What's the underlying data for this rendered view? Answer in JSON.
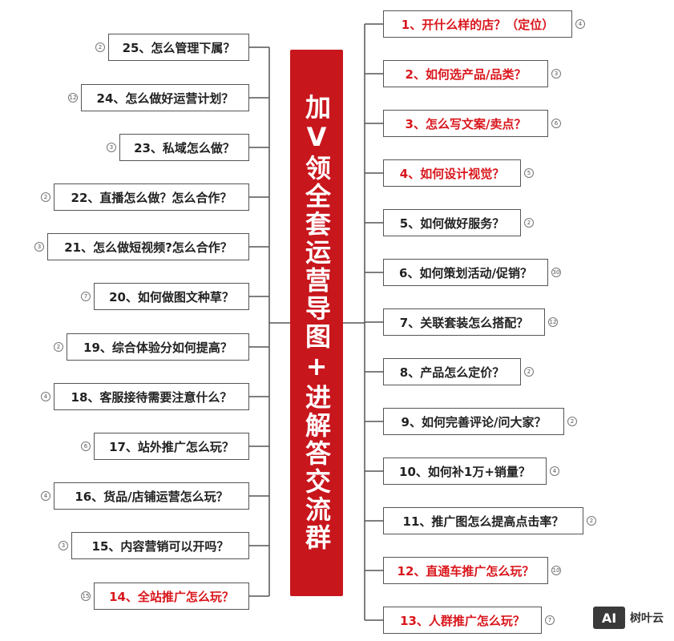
{
  "center_title": "加V领全套运营导图+进解答交流群",
  "colors": {
    "center": "#c8161d",
    "highlight": "#d9161c",
    "text": "#222222",
    "line": "#555555"
  },
  "right_nodes": [
    {
      "label": "1、开什么样的店？（定位）",
      "badge": "4",
      "highlight": true
    },
    {
      "label": "2、如何选产品/品类？",
      "badge": "3",
      "highlight": true
    },
    {
      "label": "3、怎么写文案/卖点？",
      "badge": "6",
      "highlight": true
    },
    {
      "label": "4、如何设计视觉？",
      "badge": "5",
      "highlight": true
    },
    {
      "label": "5、如何做好服务？",
      "badge": "2",
      "highlight": false
    },
    {
      "label": "6、如何策划活动/促销？",
      "badge": "30",
      "highlight": false
    },
    {
      "label": "7、关联套装怎么搭配？",
      "badge": "12",
      "highlight": false
    },
    {
      "label": "8、产品怎么定价？",
      "badge": "2",
      "highlight": false
    },
    {
      "label": "9、如何完善评论/问大家？",
      "badge": "2",
      "highlight": false
    },
    {
      "label": "10、如何补1万+销量？",
      "badge": "4",
      "highlight": false
    },
    {
      "label": "11、推广图怎么提高点击率？",
      "badge": "2",
      "highlight": false
    },
    {
      "label": "12、直通车推广怎么玩？",
      "badge": "10",
      "highlight": true
    },
    {
      "label": "13、人群推广怎么玩？",
      "badge": "7",
      "highlight": true
    }
  ],
  "left_nodes": [
    {
      "label": "25、怎么管理下属？",
      "badge": "2",
      "highlight": false
    },
    {
      "label": "24、怎么做好运营计划？",
      "badge": "12",
      "highlight": false
    },
    {
      "label": "23、私域怎么做？",
      "badge": "3",
      "highlight": false
    },
    {
      "label": "22、直播怎么做？怎么合作？",
      "badge": "2",
      "highlight": false
    },
    {
      "label": "21、怎么做短视频?怎么合作？",
      "badge": "3",
      "highlight": false
    },
    {
      "label": "20、如何做图文种草？",
      "badge": "7",
      "highlight": false
    },
    {
      "label": "19、综合体验分如何提高？",
      "badge": "2",
      "highlight": false
    },
    {
      "label": "18、客服接待需要注意什么？",
      "badge": "4",
      "highlight": false
    },
    {
      "label": "17、站外推广怎么玩？",
      "badge": "6",
      "highlight": false
    },
    {
      "label": "16、货品/店铺运营怎么玩？",
      "badge": "4",
      "highlight": false
    },
    {
      "label": "15、内容营销可以开吗？",
      "badge": "3",
      "highlight": false
    },
    {
      "label": "14、全站推广怎么玩？",
      "badge": "15",
      "highlight": true
    }
  ],
  "watermark": {
    "logo": "AI",
    "text": "树叶云"
  }
}
